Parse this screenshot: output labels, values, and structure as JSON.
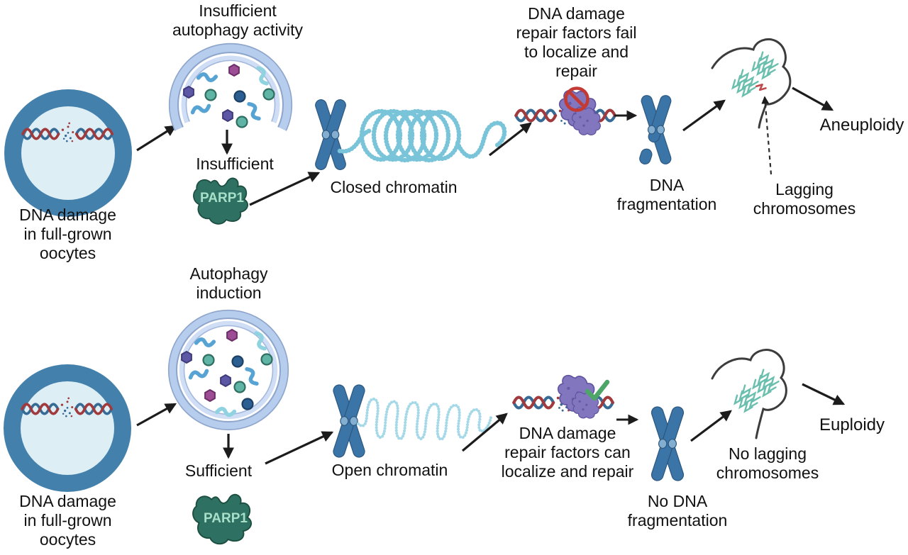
{
  "diagram": {
    "top": {
      "vesicle_label": "Insufficient\nautophagy activity",
      "oocyte_label": "DNA damage\nin full-grown\noocytes",
      "parp1_status": "Insufficient",
      "parp1_label": "PARP1",
      "chromatin_label": "Closed chromatin",
      "repair_label": "DNA damage\nrepair factors fail\nto localize and\nrepair",
      "fragmentation_label": "DNA\nfragmentation",
      "lagging_label": "Lagging\nchromosomes",
      "outcome_label": "Aneuploidy"
    },
    "bottom": {
      "vesicle_label": "Autophagy\ninduction",
      "oocyte_label": "DNA damage\nin full-grown\noocytes",
      "parp1_status": "Sufficient",
      "parp1_label": "PARP1",
      "chromatin_label": "Open chromatin",
      "repair_label": "DNA damage\nrepair factors can\nlocalize and repair",
      "fragmentation_label": "No DNA\nfragmentation",
      "lagging_label": "No lagging\nchromosomes",
      "outcome_label": "Euploidy"
    }
  },
  "icons": {
    "fail_icon": "prohibition-icon",
    "success_icon": "check-icon"
  },
  "colors": {
    "background": "#ffffff",
    "text_black": "#111111",
    "arrow_black": "#1c1c1c",
    "oocyte_ring": "#4380ac",
    "oocyte_cytoplasm": "#ddeef5",
    "dna_red": "#a03a3d",
    "dna_blue": "#376b95",
    "membrane_band": "#b7cdee",
    "membrane_edge": "#8da5ca",
    "membrane_inner": "#cfdef5",
    "membrane_inner_edge": "#a3b8dc",
    "squiggle_blue": "#56a3d4",
    "squiggle_light": "#8fd3e0",
    "hex_magenta": "#9c4d94",
    "hex_violet": "#5c58a6",
    "vesicle_dot_teal": "#5fb4a5",
    "vesicle_dot_navy": "#2b5f92",
    "parp1_green": "#2e7163",
    "parp1_text": "#a8dfc9",
    "chromosome_blue": "#3b74a6",
    "closed_chromatin": "#79c4d9",
    "open_chromatin": "#a6d9e8",
    "repair_factor_purple": "#8277bf",
    "prohibition_red": "#c23a33",
    "check_green": "#4da567",
    "cell_outline": "#3c3c3c",
    "chromosome_cluster_teal": "#6abfae",
    "lagging_red": "#bf4a4d"
  }
}
